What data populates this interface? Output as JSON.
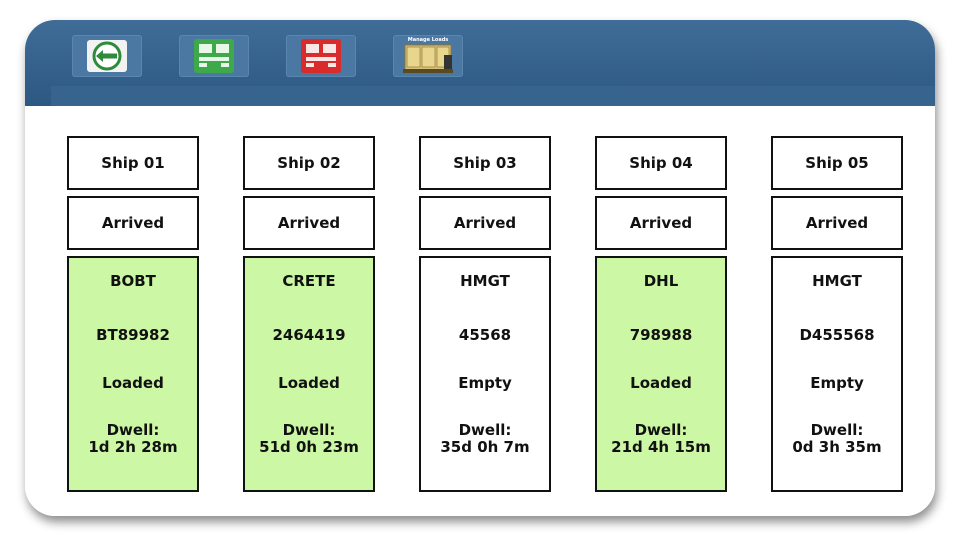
{
  "toolbar": {
    "buttons": [
      {
        "name": "back",
        "icon": "back-arrow-icon"
      },
      {
        "name": "green-trailer",
        "icon": "green-trailer-icon",
        "color": "#3ea94a"
      },
      {
        "name": "red-trailer",
        "icon": "red-trailer-icon",
        "color": "#d92b2b"
      },
      {
        "name": "manage-loads",
        "icon": "manage-loads-icon",
        "label": "Manage Loads"
      }
    ]
  },
  "ships": [
    {
      "name": "Ship 01",
      "status": "Arrived",
      "carrier": "BOBT",
      "id": "BT89982",
      "load": "Loaded",
      "dwell_label": "Dwell:",
      "dwell": "1d 2h 28m",
      "highlight": true
    },
    {
      "name": "Ship 02",
      "status": "Arrived",
      "carrier": "CRETE",
      "id": "2464419",
      "load": "Loaded",
      "dwell_label": "Dwell:",
      "dwell": "51d 0h 23m",
      "highlight": true
    },
    {
      "name": "Ship 03",
      "status": "Arrived",
      "carrier": "HMGT",
      "id": "45568",
      "load": "Empty",
      "dwell_label": "Dwell:",
      "dwell": "35d 0h 7m",
      "highlight": false
    },
    {
      "name": "Ship 04",
      "status": "Arrived",
      "carrier": "DHL",
      "id": "798988",
      "load": "Loaded",
      "dwell_label": "Dwell:",
      "dwell": "21d 4h 15m",
      "highlight": true
    },
    {
      "name": "Ship 05",
      "status": "Arrived",
      "carrier": "HMGT",
      "id": "D455568",
      "load": "Empty",
      "dwell_label": "Dwell:",
      "dwell": "0d 3h 35m",
      "highlight": false
    }
  ],
  "colors": {
    "loaded_bg": "#ccf8a6",
    "toolbar": "#2c5882"
  }
}
